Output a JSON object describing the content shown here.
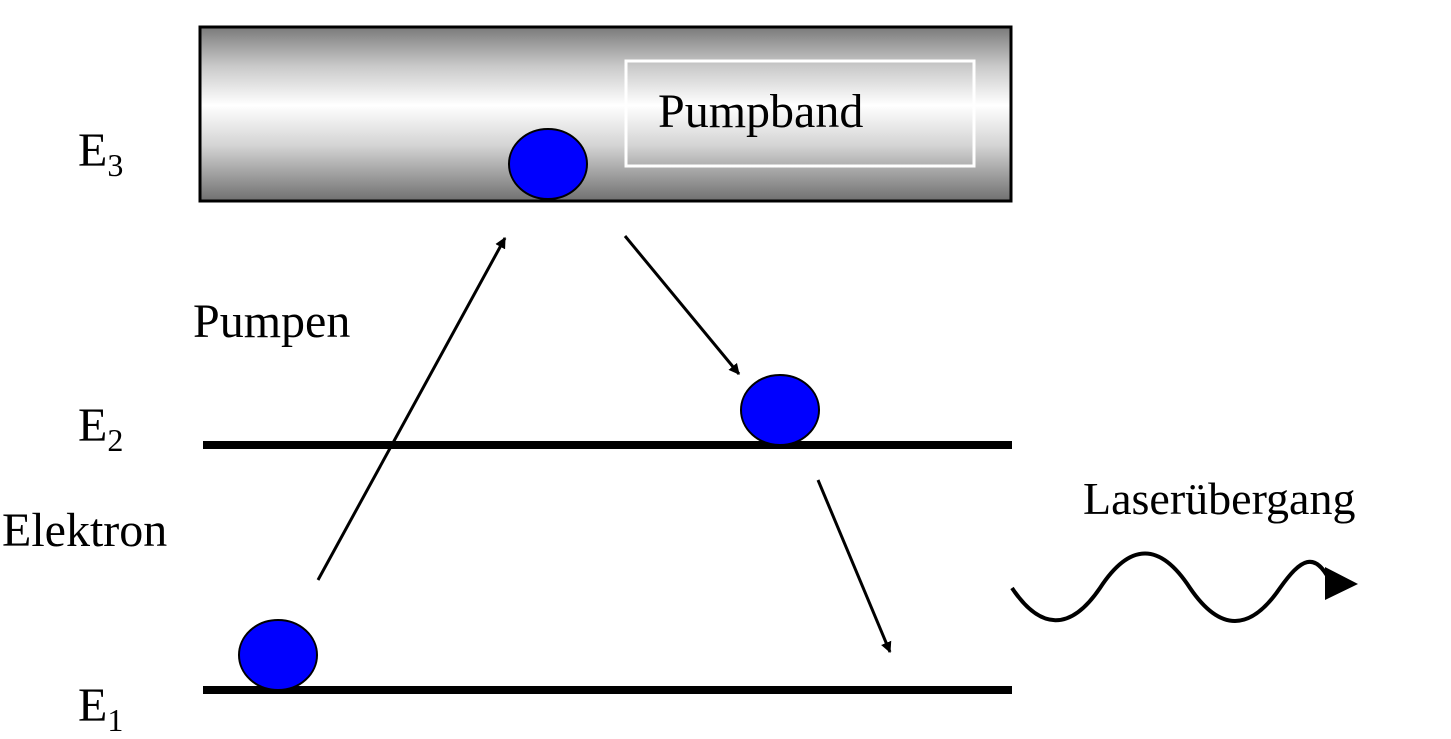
{
  "levels": {
    "e3": {
      "symbol": "E",
      "sub": "3"
    },
    "e2": {
      "symbol": "E",
      "sub": "2"
    },
    "e1": {
      "symbol": "E",
      "sub": "1"
    }
  },
  "labels": {
    "pumpband": "Pumpband",
    "pumpen": "Pumpen",
    "elektron": "Elektron",
    "laser": "Laserübergang"
  },
  "colors": {
    "electron": "#0000ff",
    "line": "#000000"
  }
}
